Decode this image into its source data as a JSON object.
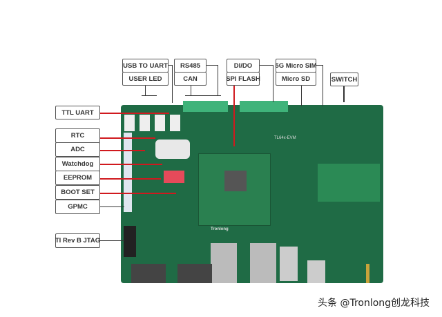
{
  "top_labels": {
    "usb_to_uart": "USB TO UART",
    "user_led": "USER LED",
    "rs485": "RS485",
    "can": "CAN",
    "di_do": "DI/DO",
    "spi_flash": "SPI FLASH",
    "sim": "5G Micro SIM",
    "micro_sd": "Micro SD",
    "switch": "SWITCH"
  },
  "left_labels": {
    "ttl_uart": "TTL UART",
    "rtc": "RTC",
    "adc": "ADC",
    "watchdog": "Watchdog",
    "eeprom": "EEPROM",
    "boot_set": "BOOT SET",
    "gpmc": "GPMC",
    "jtag": "TI Rev B JTAG"
  },
  "board": {
    "model": "TL64x-EVM",
    "brand": "Tronlong"
  },
  "watermark": "头条 @Tronlong创龙科技",
  "colors": {
    "board": "#1f6b45",
    "connector": "#3fb37a",
    "callout_red": "#d0191e"
  }
}
